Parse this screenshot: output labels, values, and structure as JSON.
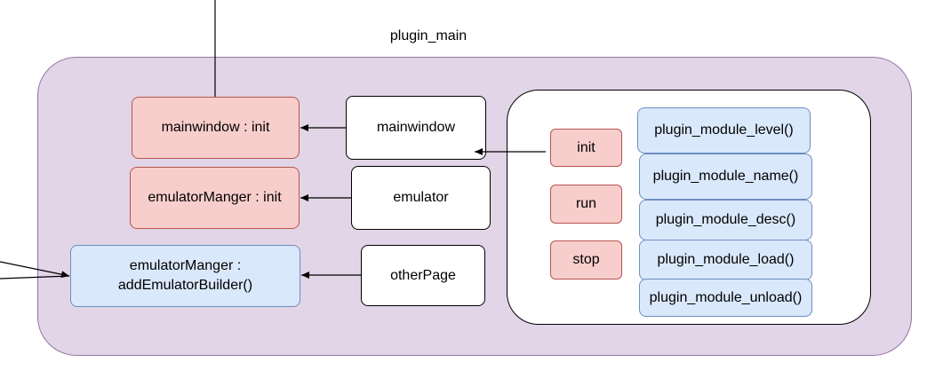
{
  "diagram": {
    "container_title": "plugin_main",
    "nodes": {
      "mainwindow_init": "mainwindow : init",
      "emulator_manager_init": "emulatorManger : init",
      "emulator_manager_add_builder": "emulatorManger :\naddEmulatorBuilder()",
      "mainwindow": "mainwindow",
      "emulator": "emulator",
      "other_page": "otherPage",
      "init": "init",
      "run": "run",
      "stop": "stop",
      "plugin_module_level": "plugin_module_level()",
      "plugin_module_name": "plugin_module_name()",
      "plugin_module_desc": "plugin_module_desc()",
      "plugin_module_load": "plugin_module_load()",
      "plugin_module_unload": "plugin_module_unload()"
    },
    "edges": [
      {
        "from": "mainwindow",
        "to": "mainwindow_init"
      },
      {
        "from": "emulator",
        "to": "emulator_manager_init"
      },
      {
        "from": "other_page",
        "to": "emulator_manager_add_builder"
      },
      {
        "from": "init",
        "to": "mainwindow"
      }
    ],
    "colors": {
      "group_fill": "#e1d5e7",
      "group_stroke": "#9673a6",
      "red_fill": "#f8cecc",
      "red_stroke": "#b85450",
      "blue_fill": "#dae8fc",
      "blue_stroke": "#6c8ebf"
    }
  }
}
